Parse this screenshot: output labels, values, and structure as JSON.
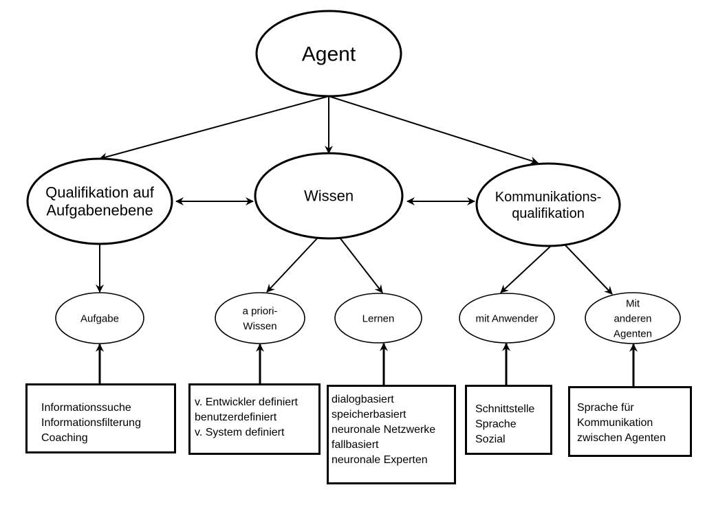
{
  "diagram": {
    "root": {
      "id": "agent",
      "label": [
        "Agent"
      ]
    },
    "level1": [
      {
        "id": "qualifikation",
        "label": [
          "Qualifikation auf",
          "Aufgabenebene"
        ]
      },
      {
        "id": "wissen",
        "label": [
          "Wissen"
        ]
      },
      {
        "id": "kommunikation",
        "label": [
          "Kommunikations-",
          "qualifikation"
        ]
      }
    ],
    "level2": [
      {
        "id": "aufgabe",
        "parent": "qualifikation",
        "label": [
          "Aufgabe"
        ]
      },
      {
        "id": "apriori",
        "parent": "wissen",
        "label": [
          "a priori-",
          "Wissen"
        ]
      },
      {
        "id": "lernen",
        "parent": "wissen",
        "label": [
          "Lernen"
        ]
      },
      {
        "id": "anwender",
        "parent": "kommunikation",
        "label": [
          "mit Anwender"
        ]
      },
      {
        "id": "agenten",
        "parent": "kommunikation",
        "label": [
          "Mit",
          "anderen",
          "Agenten"
        ]
      }
    ],
    "boxes": [
      {
        "id": "box-aufgabe",
        "target": "aufgabe",
        "lines": [
          "Informationssuche",
          "Informationsfilterung",
          "Coaching"
        ]
      },
      {
        "id": "box-apriori",
        "target": "apriori",
        "lines": [
          "v. Entwickler definiert",
          "benutzerdefiniert",
          "v. System definiert"
        ]
      },
      {
        "id": "box-lernen",
        "target": "lernen",
        "lines": [
          "dialogbasiert",
          "speicherbasiert",
          "neuronale Netzwerke",
          "fallbasiert",
          "neuronale Experten"
        ]
      },
      {
        "id": "box-anwender",
        "target": "anwender",
        "lines": [
          "Schnittstelle",
          "Sprache",
          "Sozial"
        ]
      },
      {
        "id": "box-agenten",
        "target": "agenten",
        "lines": [
          "Sprache für",
          "Kommunikation",
          "zwischen Agenten"
        ]
      }
    ],
    "bidirectional_links": [
      [
        "qualifikation",
        "wissen"
      ],
      [
        "wissen",
        "kommunikation"
      ]
    ],
    "colors": {
      "stroke": "#000000",
      "background": "#ffffff"
    }
  }
}
